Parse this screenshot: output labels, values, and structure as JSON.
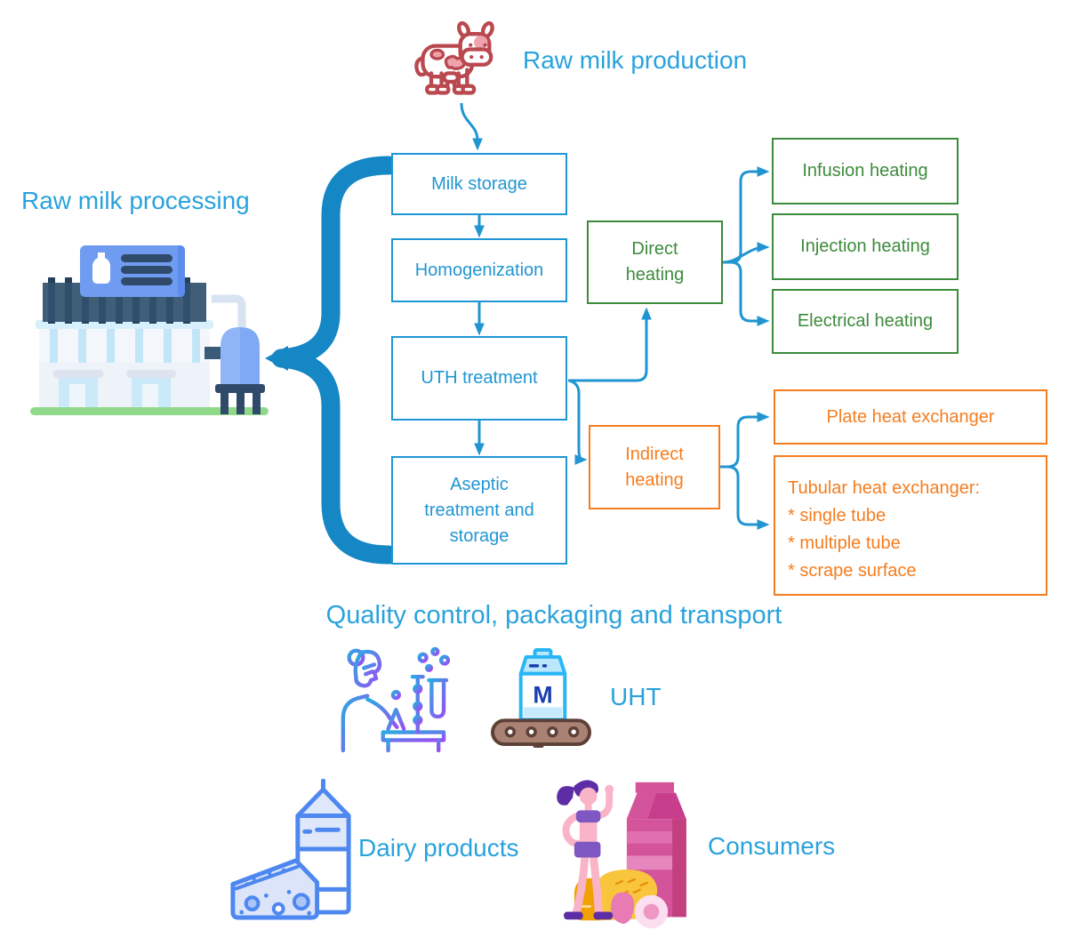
{
  "palette": {
    "blue_line": "#2095d2",
    "blue_border": "#1e96d6",
    "blue_text": "#2196d3",
    "heading_blue": "#2aa2dc",
    "brace_blue": "#1687c5",
    "green": "#3d8b3d",
    "orange": "#f57d1f",
    "cow_red": "#b9484f",
    "cow_spot_pink": "#efa3ad",
    "grass_green": "#90d98b",
    "conveyor_brown": "#a98274",
    "carton_cyan": "#29b6f6",
    "consumer_pink": "#d4549b",
    "gradient_cyan": "#29abe2",
    "gradient_purple": "#9c4df4"
  },
  "headings": {
    "raw_milk_production": "Raw milk production",
    "raw_milk_processing": "Raw milk processing",
    "quality_control": "Quality control, packaging and transport",
    "uht": "UHT",
    "dairy_products": "Dairy products",
    "consumers": "Consumers"
  },
  "process_steps": [
    {
      "label": "Milk storage"
    },
    {
      "label": "Homogenization"
    },
    {
      "label": "UTH treatment"
    },
    {
      "label": "Aseptic treatment and storage"
    }
  ],
  "direct_heating": {
    "label": "Direct heating",
    "methods": [
      {
        "label": "Infusion heating"
      },
      {
        "label": "Injection heating"
      },
      {
        "label": "Electrical heating"
      }
    ]
  },
  "indirect_heating": {
    "label": "Indirect heating",
    "plate": {
      "label": "Plate heat exchanger"
    },
    "tubular": {
      "title": "Tubular heat exchanger:",
      "items": [
        {
          "label": "* single tube"
        },
        {
          "label": "* multiple tube"
        },
        {
          "label": "* scrape surface"
        }
      ]
    }
  },
  "icons": {
    "production": "cow-icon",
    "processing": "factory-icon",
    "quality": "scientist-icon",
    "packaging": "milk-carton-conveyor-icon",
    "dairy": "cheese-and-milk-icon",
    "consumers": "consumer-icon",
    "carton_letter": "M"
  }
}
